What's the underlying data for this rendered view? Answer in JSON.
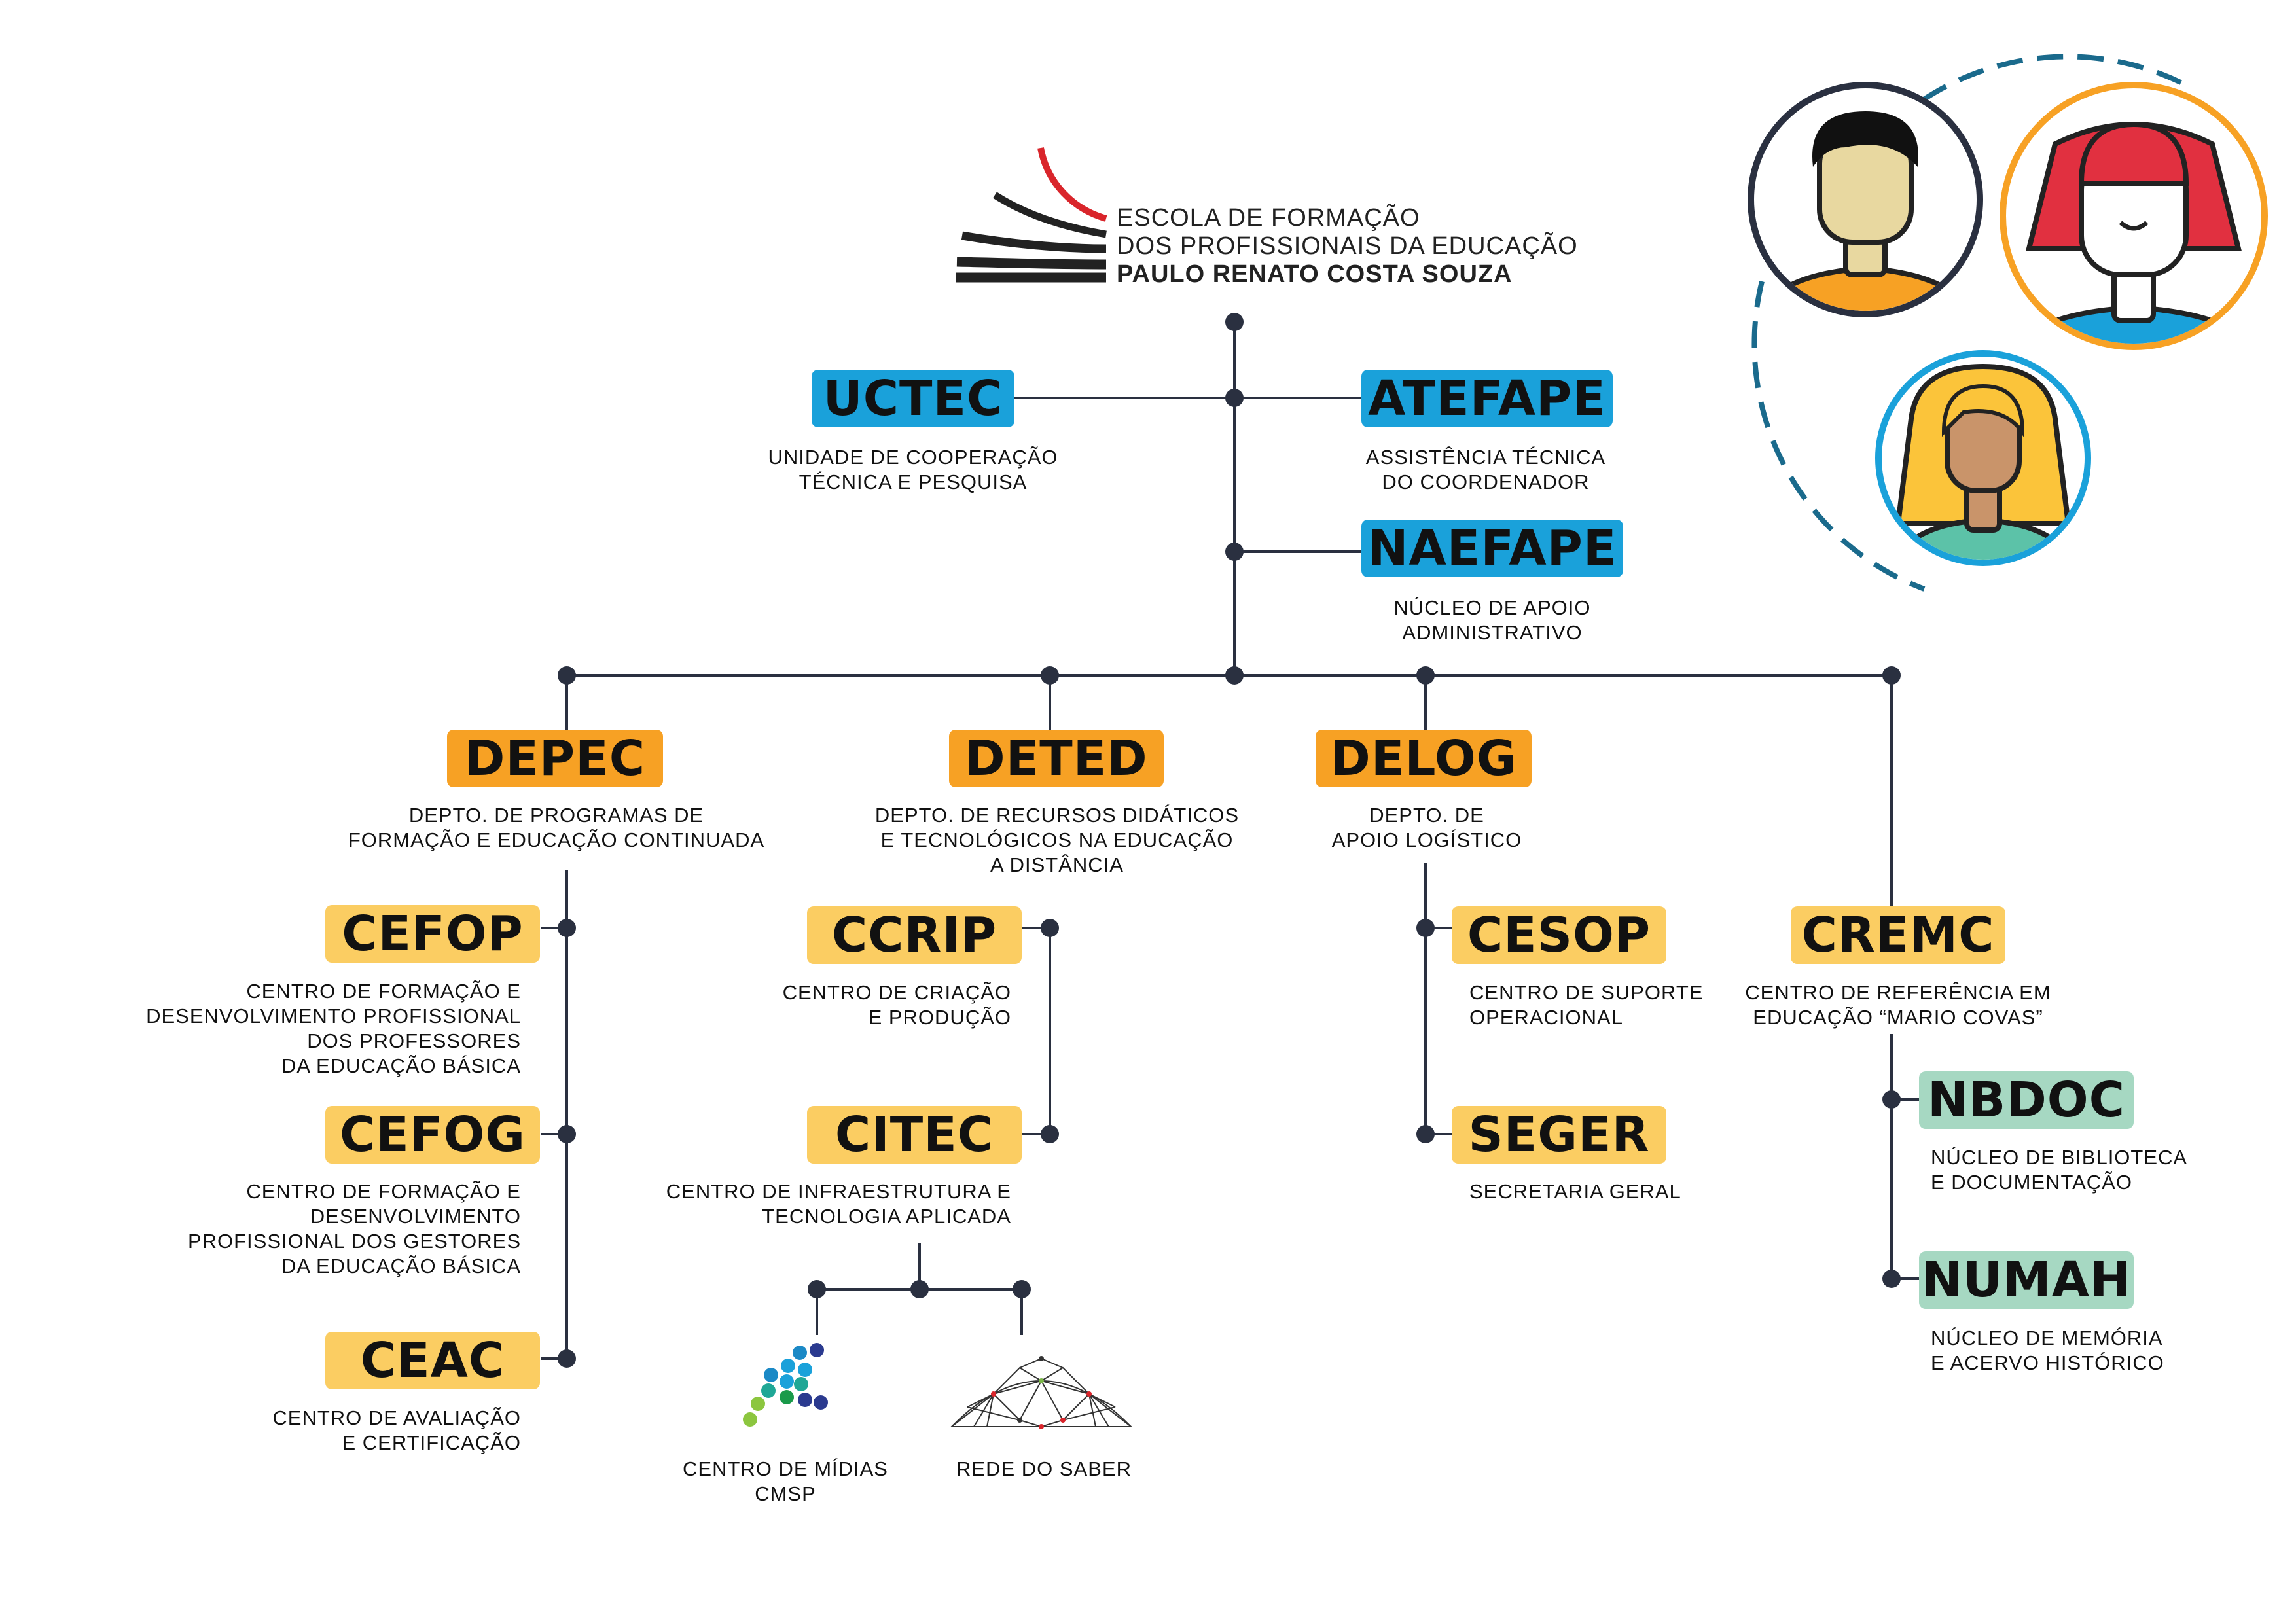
{
  "logo": {
    "line1": "ESCOLA DE FORMAÇÃO",
    "line2": "DOS PROFISSIONAIS DA EDUCAÇÃO",
    "line3": "PAULO RENATO COSTA SOUZA"
  },
  "colors": {
    "line": "#2a3040",
    "top_units": "#1aa1da",
    "departments": "#f7a124",
    "centers": "#fbcd62",
    "nuclei": "#a6d8c2"
  },
  "top_units": {
    "uctec": {
      "code": "UCTEC",
      "desc": "UNIDADE DE COOPERAÇÃO\nTÉCNICA E PESQUISA"
    },
    "atefape": {
      "code": "ATEFAPE",
      "desc": "ASSISTÊNCIA TÉCNICA\nDO COORDENADOR"
    },
    "naefape": {
      "code": "NAEFAPE",
      "desc": "NÚCLEO DE APOIO\nADMINISTRATIVO"
    }
  },
  "departments": {
    "depec": {
      "code": "DEPEC",
      "desc": "DEPTO. DE PROGRAMAS DE\nFORMAÇÃO E EDUCAÇÃO CONTINUADA"
    },
    "deted": {
      "code": "DETED",
      "desc": "DEPTO. DE RECURSOS DIDÁTICOS\nE TECNOLÓGICOS NA EDUCAÇÃO\nA DISTÂNCIA"
    },
    "delog": {
      "code": "DELOG",
      "desc": "DEPTO. DE\nAPOIO LOGÍSTICO"
    }
  },
  "centers": {
    "cefop": {
      "code": "CEFOP",
      "desc": "CENTRO DE FORMAÇÃO E\nDESENVOLVIMENTO PROFISSIONAL\nDOS PROFESSORES\nDA EDUCAÇÃO BÁSICA"
    },
    "cefog": {
      "code": "CEFOG",
      "desc": "CENTRO DE FORMAÇÃO E\nDESENVOLVIMENTO\nPROFISSIONAL DOS GESTORES\nDA EDUCAÇÃO BÁSICA"
    },
    "ceac": {
      "code": "CEAC",
      "desc": "CENTRO DE AVALIAÇÃO\nE CERTIFICAÇÃO"
    },
    "ccrip": {
      "code": "CCRIP",
      "desc": "CENTRO DE CRIAÇÃO\nE PRODUÇÃO"
    },
    "citec": {
      "code": "CITEC",
      "desc": "CENTRO DE  INFRAESTRUTURA E\nTECNOLOGIA APLICADA"
    },
    "cesop": {
      "code": "CESOP",
      "desc": "CENTRO DE SUPORTE\nOPERACIONAL"
    },
    "seger": {
      "code": "SEGER",
      "desc": "SECRETARIA GERAL"
    },
    "cremc": {
      "code": "CREMC",
      "desc": "CENTRO DE REFERÊNCIA EM\nEDUCAÇÃO “MARIO COVAS”"
    }
  },
  "nuclei": {
    "nbdoc": {
      "code": "NBDOC",
      "desc": "NÚCLEO DE BIBLIOTECA\nE DOCUMENTAÇÃO"
    },
    "numah": {
      "code": "NUMAH",
      "desc": "NÚCLEO DE MEMÓRIA\nE ACERVO HISTÓRICO"
    }
  },
  "programs": {
    "cmsp": {
      "label": "CENTRO DE MÍDIAS\nCMSP",
      "icon": "centro-de-midias-logo"
    },
    "rede": {
      "label": "REDE DO SABER",
      "icon": "geodesic-dome-icon"
    }
  },
  "illustration": {
    "icons": [
      "man-avatar-icon",
      "woman-red-hair-avatar-icon",
      "woman-blonde-avatar-icon"
    ]
  }
}
